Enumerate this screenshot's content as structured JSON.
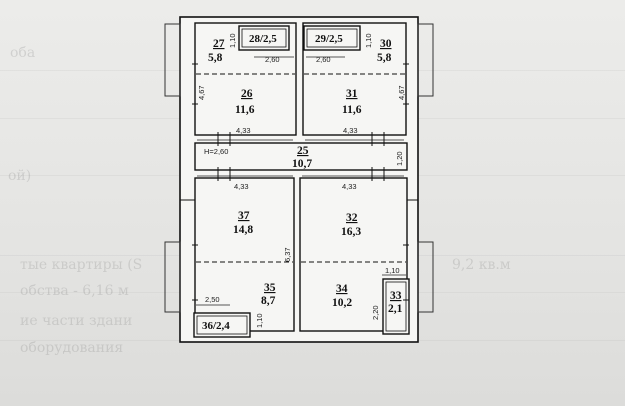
{
  "rooms": [
    {
      "id": "r27",
      "number": "27",
      "area": "5,8"
    },
    {
      "id": "r28",
      "label": "28/2,5"
    },
    {
      "id": "r29",
      "label": "29/2,5"
    },
    {
      "id": "r30",
      "number": "30",
      "area": "5,8"
    },
    {
      "id": "r26",
      "number": "26",
      "area": "11,6"
    },
    {
      "id": "r31",
      "number": "31",
      "area": "11,6"
    },
    {
      "id": "r25",
      "number": "25",
      "area": "10,7"
    },
    {
      "id": "r37",
      "number": "37",
      "area": "14,8"
    },
    {
      "id": "r32",
      "number": "32",
      "area": "16,3"
    },
    {
      "id": "r35",
      "number": "35",
      "area": "8,7"
    },
    {
      "id": "r34",
      "number": "34",
      "area": "10,2"
    },
    {
      "id": "r33",
      "number": "33",
      "area": "2,1"
    },
    {
      "id": "r36",
      "label": "36/2,4"
    }
  ],
  "dimensions": {
    "d110a": "1,10",
    "d110b": "1,10",
    "d260a": "2,60",
    "d260b": "2,60",
    "d467a": "4,67",
    "d467b": "4,67",
    "d433a": "4,33",
    "d433b": "4,33",
    "h260": "H=2,60",
    "d120": "1,20",
    "d433c": "4,33",
    "d433d": "4,33",
    "d637": "6,37",
    "d110c": "1,10",
    "d250": "2,50",
    "d110d": "1,10",
    "d220": "2,20"
  },
  "background_text": [
    "оба",
    "ой)",
    "тые квартиры (S",
    "обства - 6,16 м",
    "ие части здани",
    "",
    "оборудования",
    "9,2 кв.м"
  ]
}
